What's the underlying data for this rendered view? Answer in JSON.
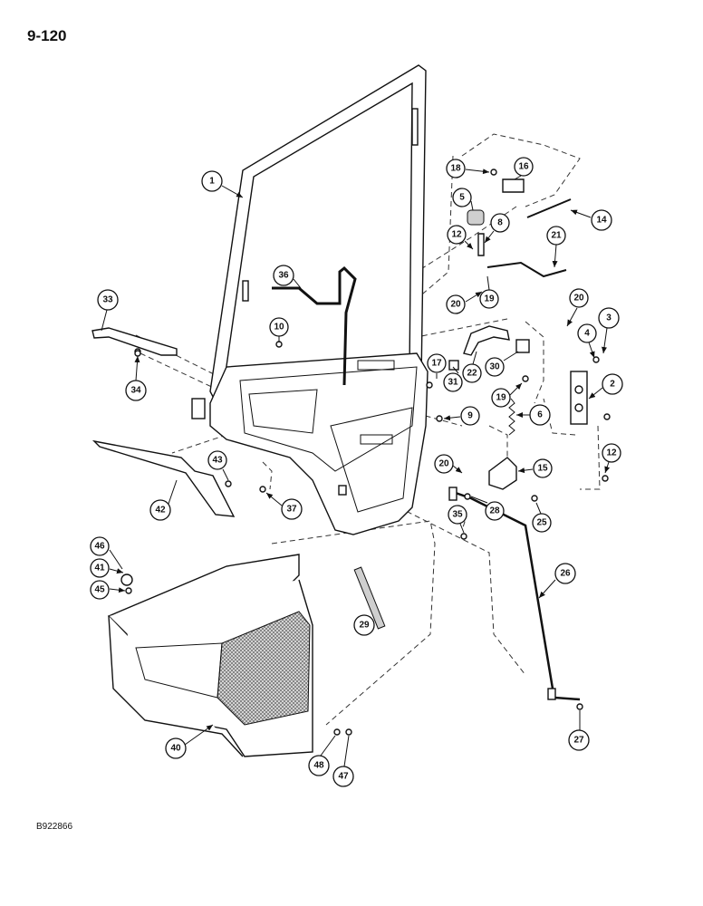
{
  "page": {
    "number": "9-120",
    "drawing_code": "B922866"
  },
  "callouts": [
    "1",
    "2",
    "3",
    "4",
    "5",
    "6",
    "8",
    "9",
    "10",
    "12",
    "12",
    "14",
    "15",
    "16",
    "17",
    "18",
    "19",
    "19",
    "20",
    "20",
    "20",
    "21",
    "22",
    "25",
    "26",
    "27",
    "28",
    "29",
    "30",
    "31",
    "33",
    "34",
    "35",
    "36",
    "37",
    "40",
    "41",
    "42",
    "43",
    "45",
    "46",
    "47",
    "48"
  ]
}
